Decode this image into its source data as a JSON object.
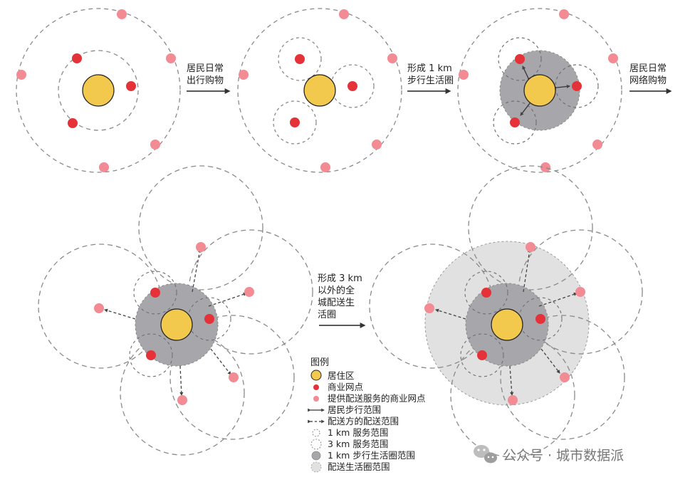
{
  "steps": {
    "step1": [
      "居民日常",
      "出行购物"
    ],
    "step2": [
      "形成 1 km",
      "步行生活圈"
    ],
    "step3": [
      "居民日常",
      "网络购物"
    ],
    "step4": [
      "形成 3 km",
      "以外的全",
      "城配送生",
      "活圈"
    ]
  },
  "legend": {
    "title": "图例",
    "items": [
      "居住区",
      "商业网点",
      "提供配送服务的商业网点",
      "居民步行范围",
      "配送方的配送范围",
      "1 km 服务范围",
      "3 km 服务范围",
      "1 km 步行生活圈范围",
      "配送生活圈范围"
    ]
  },
  "watermark": "公众号 · 城市数据派",
  "colors": {
    "residential": "#f2c94c",
    "commercial": "#e53238",
    "delivery_commercial": "#f28b93",
    "walk_zone": "#a7a7ab",
    "delivery_zone": "#e1e1e1",
    "dash": "#8a8a8a"
  }
}
